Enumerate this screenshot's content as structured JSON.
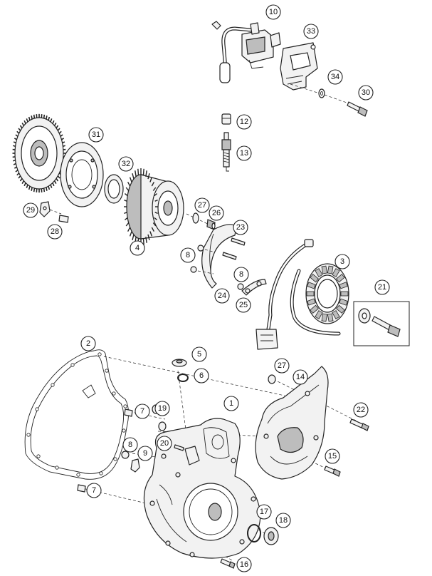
{
  "diagram": {
    "callouts": [
      {
        "id": "c10",
        "label": "10"
      },
      {
        "id": "c33",
        "label": "33"
      },
      {
        "id": "c34",
        "label": "34"
      },
      {
        "id": "c30",
        "label": "30"
      },
      {
        "id": "c12",
        "label": "12"
      },
      {
        "id": "c13",
        "label": "13"
      },
      {
        "id": "c31",
        "label": "31"
      },
      {
        "id": "c32",
        "label": "32"
      },
      {
        "id": "c29",
        "label": "29"
      },
      {
        "id": "c28",
        "label": "28"
      },
      {
        "id": "c27a",
        "label": "27"
      },
      {
        "id": "c26",
        "label": "26"
      },
      {
        "id": "c4",
        "label": "4"
      },
      {
        "id": "c23",
        "label": "23"
      },
      {
        "id": "c8a",
        "label": "8"
      },
      {
        "id": "c24",
        "label": "24"
      },
      {
        "id": "c8b",
        "label": "8"
      },
      {
        "id": "c25",
        "label": "25"
      },
      {
        "id": "c3",
        "label": "3"
      },
      {
        "id": "c21",
        "label": "21"
      },
      {
        "id": "c2",
        "label": "2"
      },
      {
        "id": "c5",
        "label": "5"
      },
      {
        "id": "c6",
        "label": "6"
      },
      {
        "id": "c27b",
        "label": "27"
      },
      {
        "id": "c14",
        "label": "14"
      },
      {
        "id": "c1",
        "label": "1"
      },
      {
        "id": "c19",
        "label": "19"
      },
      {
        "id": "c7a",
        "label": "7"
      },
      {
        "id": "c22",
        "label": "22"
      },
      {
        "id": "c20",
        "label": "20"
      },
      {
        "id": "c8c",
        "label": "8"
      },
      {
        "id": "c9",
        "label": "9"
      },
      {
        "id": "c15",
        "label": "15"
      },
      {
        "id": "c7b",
        "label": "7"
      },
      {
        "id": "c17",
        "label": "17"
      },
      {
        "id": "c18",
        "label": "18"
      },
      {
        "id": "c16",
        "label": "16"
      }
    ]
  }
}
